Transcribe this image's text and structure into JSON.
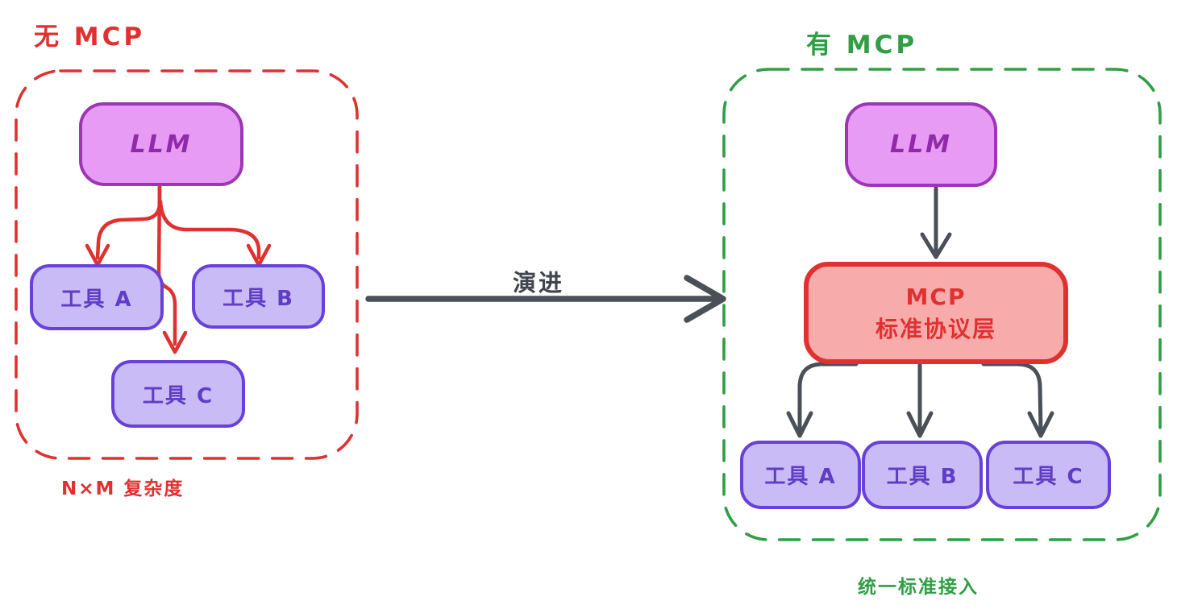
{
  "diagram": {
    "left": {
      "title": "无 MCP",
      "llm_label": "LLM",
      "tools": [
        {
          "label": "工具 A"
        },
        {
          "label": "工具 B"
        },
        {
          "label": "工具 C"
        }
      ],
      "caption": "N×M 复杂度"
    },
    "transition": {
      "label": "演进"
    },
    "right": {
      "title": "有 MCP",
      "llm_label": "LLM",
      "mcp": {
        "line1": "MCP",
        "line2": "标准协议层"
      },
      "tools": [
        {
          "label": "工具 A"
        },
        {
          "label": "工具 B"
        },
        {
          "label": "工具 C"
        }
      ],
      "caption": "统一标准接入"
    },
    "colors": {
      "red": "#e03131",
      "green": "#2f9e44",
      "llm_fill": "#e89bf4",
      "llm_stroke": "#9c36b5",
      "tool_fill": "#c9bcf6",
      "tool_stroke": "#6741d9",
      "mcp_fill": "#f8abab",
      "arrow_dark": "#495057"
    }
  }
}
